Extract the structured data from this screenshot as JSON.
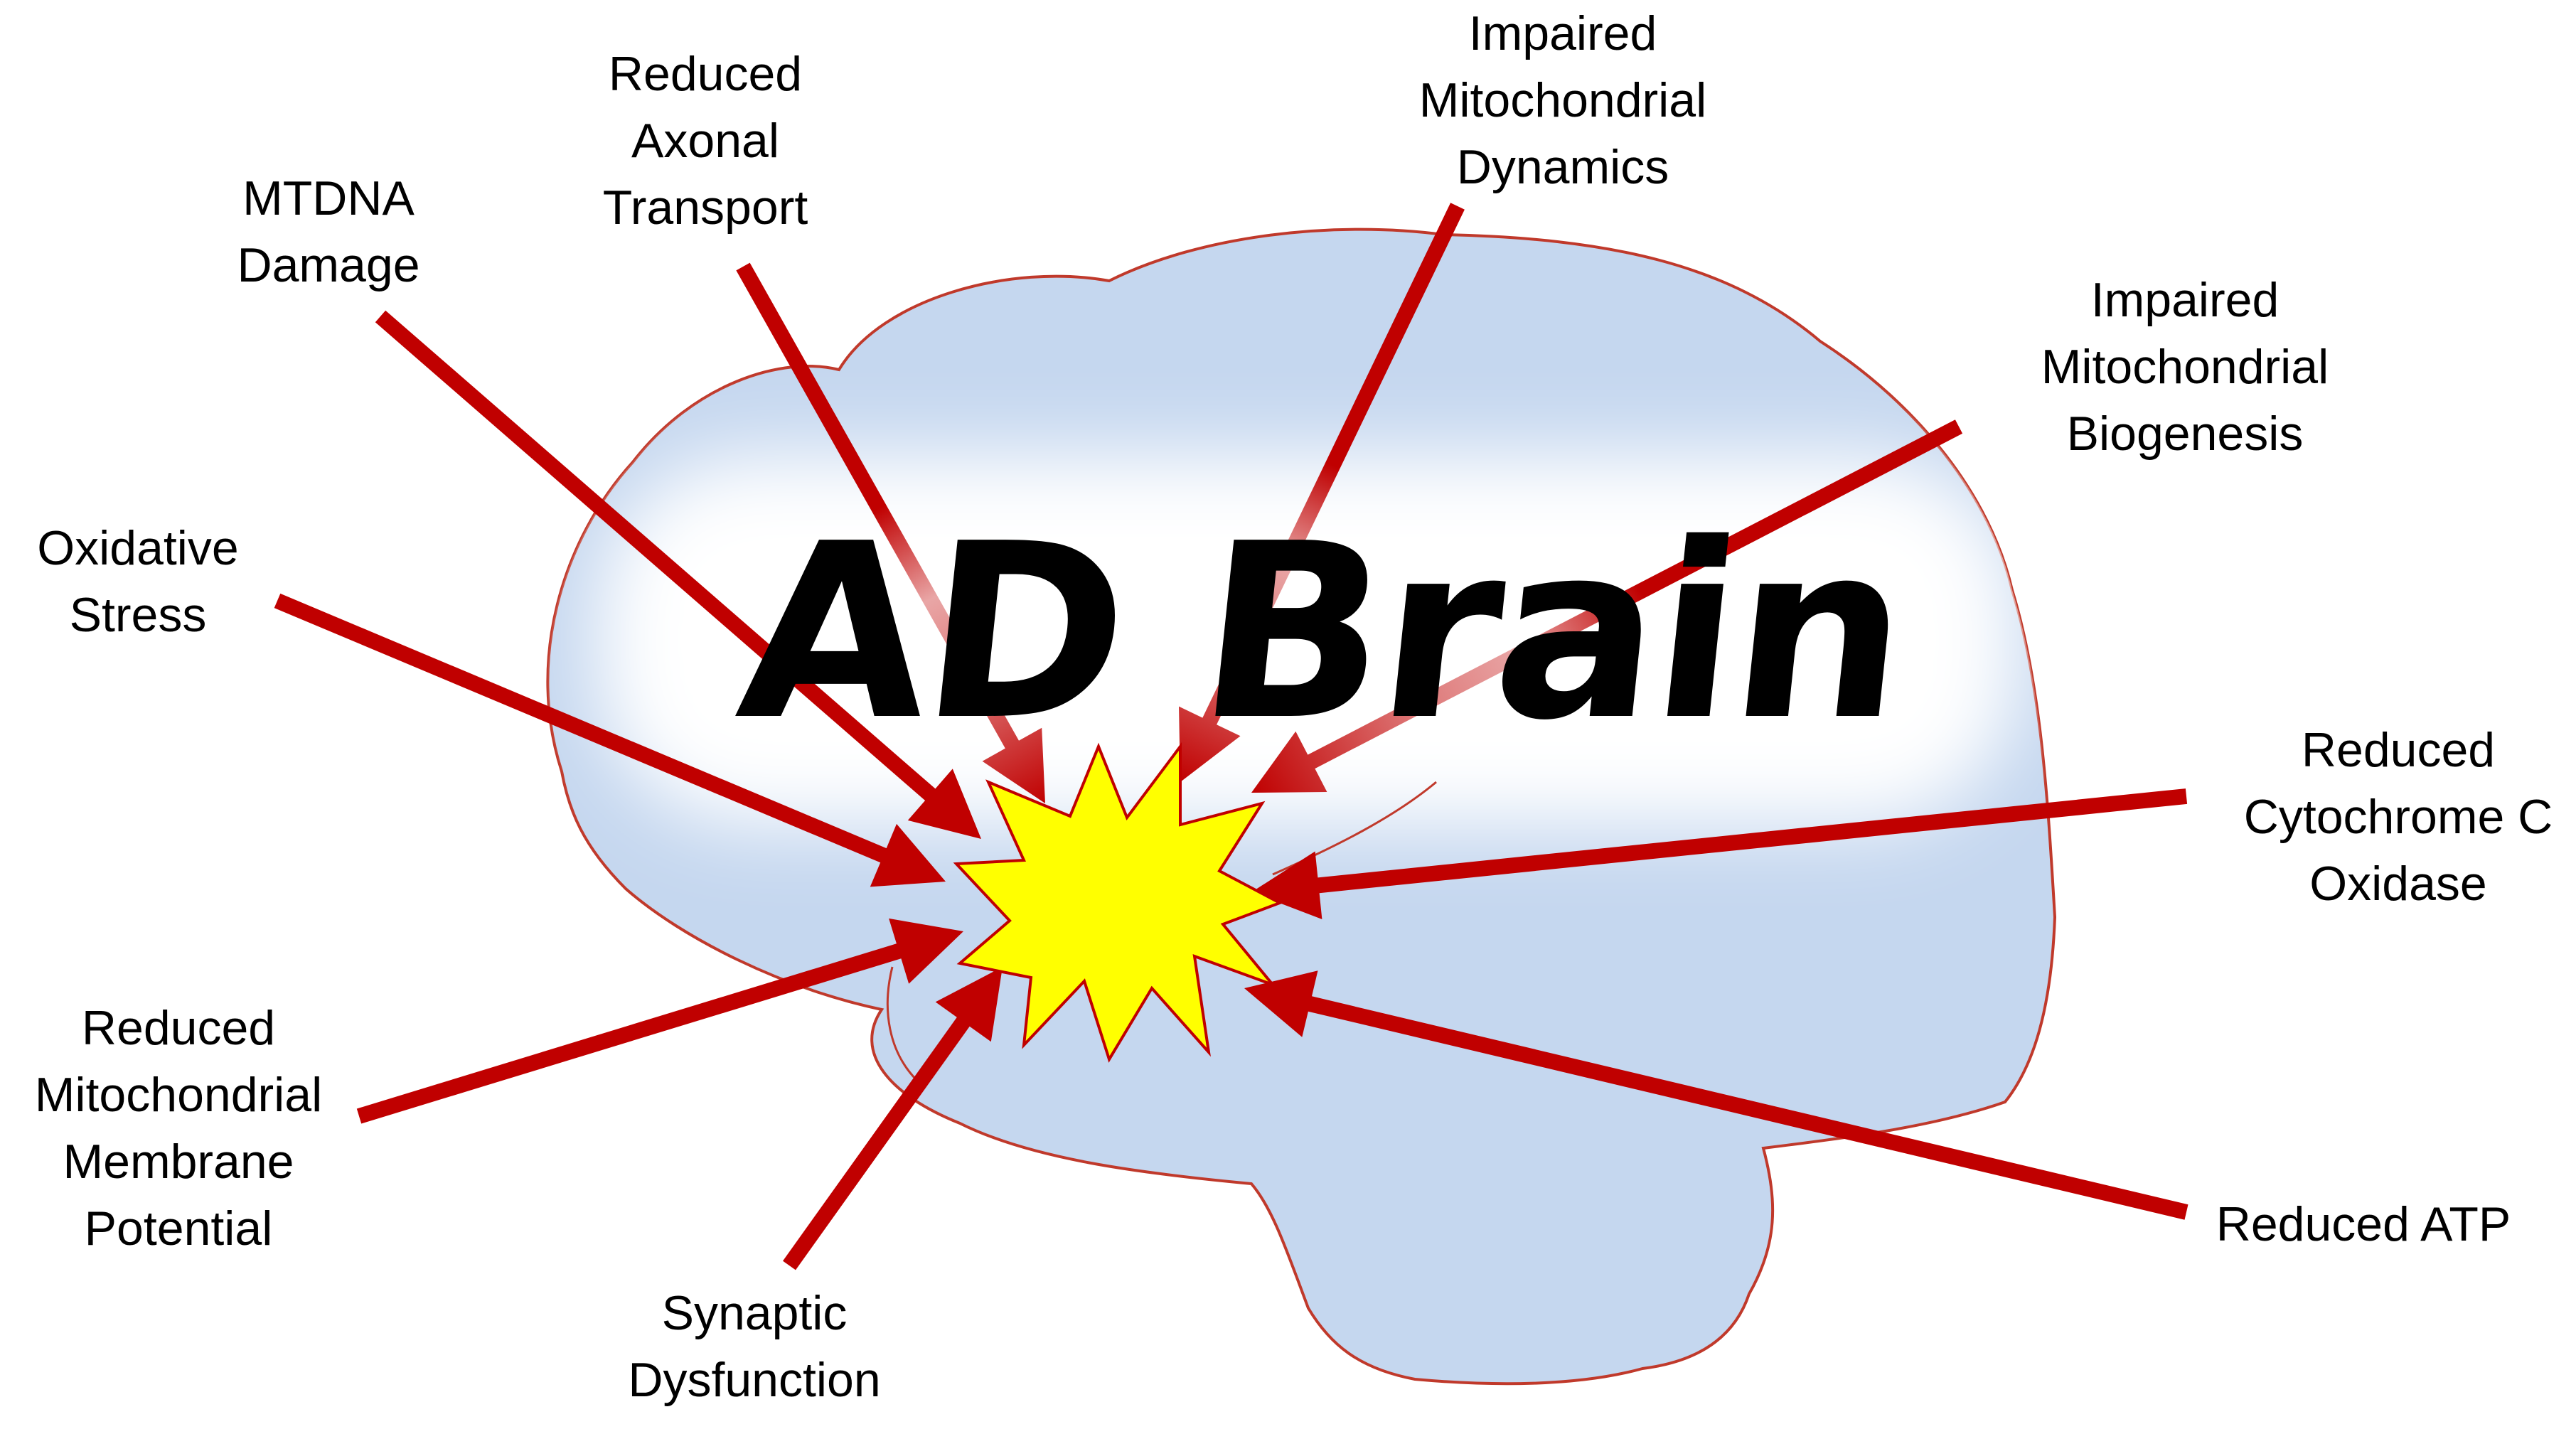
{
  "title": "AD Brain",
  "colors": {
    "brain_fill": "#c5d7ef",
    "brain_outline": "#c0392b",
    "glow": "#ffffff",
    "arrow": "#c00000",
    "burst_fill": "#ffff00",
    "burst_outline": "#c00000",
    "text": "#000000"
  },
  "center": "starburst",
  "factors": [
    {
      "id": "mtdna-damage",
      "lines": [
        "MTDNA",
        "Damage"
      ]
    },
    {
      "id": "reduced-axonal-transport",
      "lines": [
        "Reduced",
        "Axonal",
        "Transport"
      ]
    },
    {
      "id": "impaired-mitochondrial-dynamics",
      "lines": [
        "Impaired",
        "Mitochondrial",
        "Dynamics"
      ]
    },
    {
      "id": "impaired-mitochondrial-biogenesis",
      "lines": [
        "Impaired",
        "Mitochondrial",
        "Biogenesis"
      ]
    },
    {
      "id": "oxidative-stress",
      "lines": [
        "Oxidative",
        "Stress"
      ]
    },
    {
      "id": "reduced-cytochrome-c-oxidase",
      "lines": [
        "Reduced",
        "Cytochrome C",
        "Oxidase"
      ]
    },
    {
      "id": "reduced-mitochondrial-membrane-potential",
      "lines": [
        "Reduced",
        "Mitochondrial",
        "Membrane",
        "Potential"
      ]
    },
    {
      "id": "synaptic-dysfunction",
      "lines": [
        "Synaptic",
        "Dysfunction"
      ]
    },
    {
      "id": "reduced-atp",
      "lines": [
        "Reduced ATP"
      ]
    }
  ]
}
